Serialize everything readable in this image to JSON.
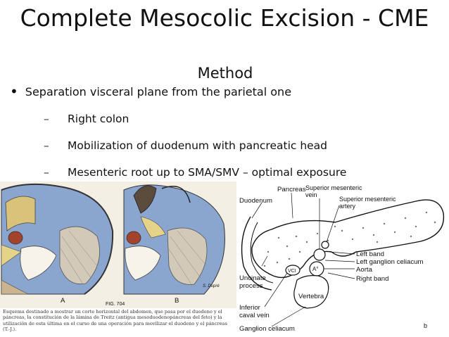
{
  "slide": {
    "title": "Complete Mesocolic Excision - CME",
    "subtitle": "Method",
    "bullet": "Separation visceral plane from the parietal one",
    "sub_items": [
      "Right colon",
      "Mobilization of duodenum with pancreatic head",
      "Mesenteric root up to SMA/SMV – optimal exposure"
    ]
  },
  "figure_left": {
    "panel_a": "A",
    "panel_b": "B",
    "fig_no": "FIG. 704",
    "signature": "S. Dupré",
    "caption": "Esquema destinado a mostrar un corte horizontal del abdomen, que pasa por el duodeno y el páncreas, la constitución de la lámina de Treitz (antigua mesoduodenopáncreas del feto) y la utilización de esta última en el curso de una operación para movilizar el duodeno y el páncreas (T.-J.)."
  },
  "figure_right": {
    "labels": {
      "pancreas": "Pancreas",
      "duodenum": "Duodenum",
      "sm_vein": "Superior mesenteric vein",
      "sm_artery": "Superior mesenteric artery",
      "left_band": "Left band",
      "left_ganglion": "Left ganglion celiacum",
      "aorta": "Aorta",
      "right_band": "Right band",
      "vertebra": "Vertebra",
      "uncinate": "Uncinate process",
      "ivc": "Inferior caval vein",
      "ganglion": "Ganglion celiacum",
      "vci": "VCI",
      "ao": "A°",
      "panel": "b"
    }
  }
}
